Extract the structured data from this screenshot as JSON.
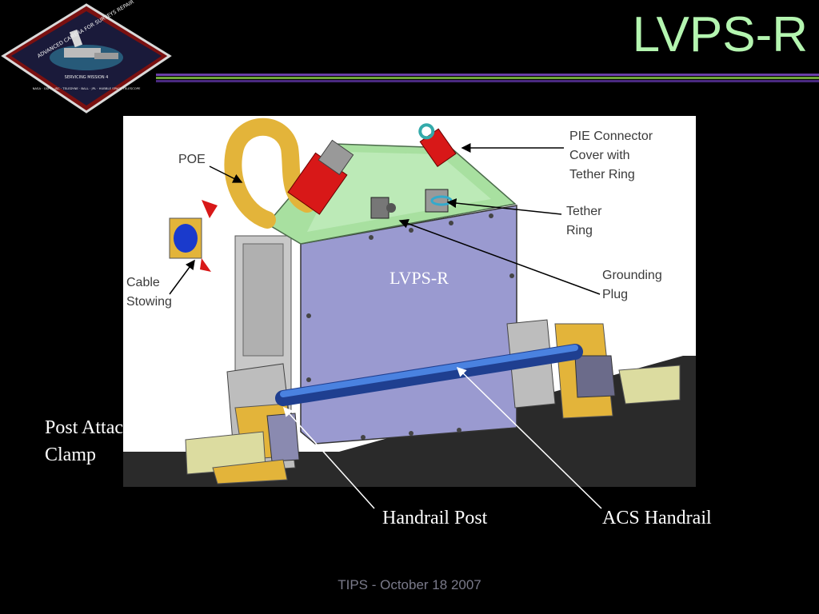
{
  "slide": {
    "title": "LVPS-R",
    "footer": "TIPS - October 18 2007"
  },
  "logo": {
    "lines": [
      "ADVANCED CAMERA FOR SURVEYS REPAIR",
      "SERVICING MISSION 4",
      "NASA · GSFC · JSC · TELEDYNE · BALL · JPL · HUBBLE SPACE TELESCOPE"
    ]
  },
  "diagram": {
    "box_label": "LVPS-R",
    "callouts": {
      "poe": "POE",
      "pie_connector": "PIE Connector\nCover with\nTether Ring",
      "tether_ring": "Tether\nRing",
      "grounding_plug": "Grounding\nPlug",
      "cable_stowing": "Cable\nStowing",
      "post_attachment_clamp": "Post Attachment\nClamp",
      "handrail_post": "Handrail Post",
      "acs_handrail": "ACS Handrail"
    }
  },
  "colors": {
    "title": "#b4f5b0",
    "rule_purple": "#6b3fa8",
    "rule_green": "#6ea63a",
    "box_face": "#9a9ad0",
    "box_top": "#a8e0a0",
    "handrail": "#2f5fc0",
    "brackets": "#e0b83a",
    "connector_red": "#d81818"
  }
}
